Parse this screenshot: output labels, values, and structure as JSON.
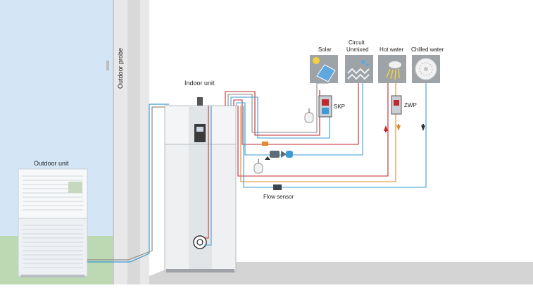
{
  "labels": {
    "outdoor_probe": "Outdoor probe",
    "indoor_unit": "Indoor unit",
    "outdoor_unit": "Outdoor unit",
    "solar": "Solar",
    "circuit_line1": "Circuit",
    "circuit_line2": "Unmixed",
    "hot_water": "Hot water",
    "chilled_water": "Chilled water",
    "skp": "SKP",
    "zwp": "ZWP",
    "flow_sensor": "Flow sensor"
  },
  "colors": {
    "sky": "#d4e6f6",
    "ground": "#bcd9b4",
    "wall": "#e6e6e6",
    "floor": "#d2d2d2",
    "pipe_red": "#c0282d",
    "pipe_blue": "#3c9bd4",
    "pipe_orange": "#e08a2c",
    "pipe_gray": "#8a8a8a"
  },
  "icons": [
    "sun-panel-icon",
    "radiator-icon",
    "shower-icon",
    "chilled-ceiling-icon",
    "pump-icon",
    "expansion-vessel-icon"
  ]
}
